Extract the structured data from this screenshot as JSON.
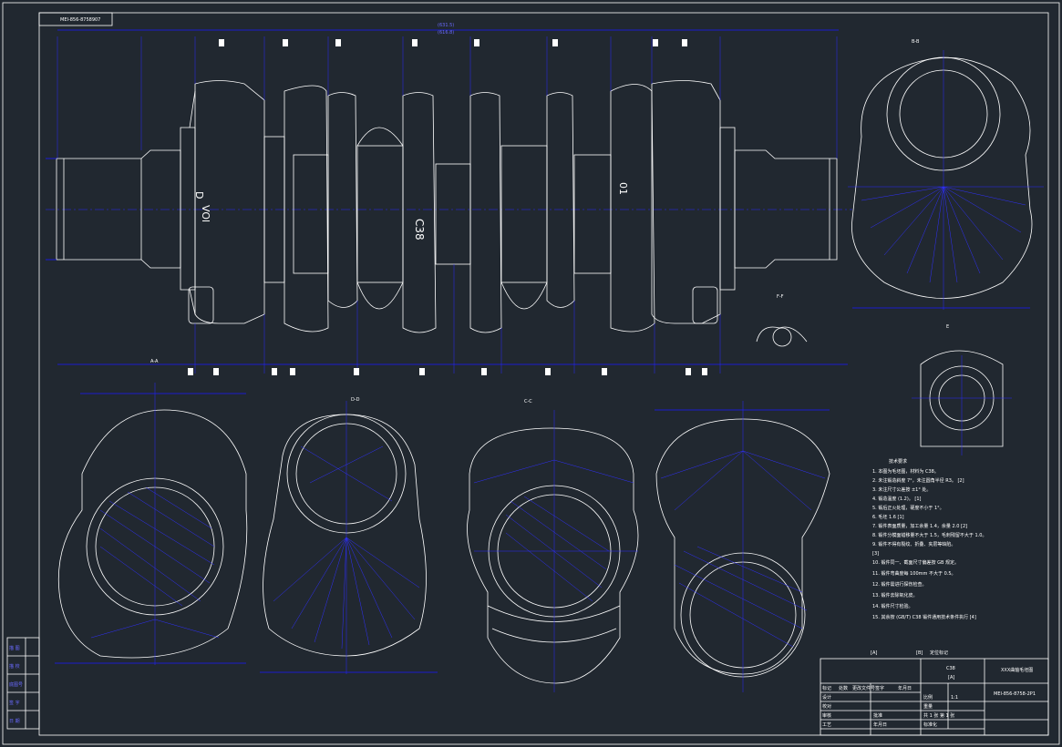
{
  "top_left_tag": "MEI-856-8758907",
  "main_view": {
    "mark_a": "D",
    "mark_b": "VOl",
    "mark_c": "C38",
    "mark_d": "01",
    "overall_dim_1": "(631.5)",
    "overall_dim_2": "(616.8)"
  },
  "section_labels": {
    "bb": "B-B",
    "aa": "A-A",
    "cc": "C-C",
    "dd": "D-D",
    "ff": "F-F",
    "e": "E"
  },
  "notes": {
    "title": "技术要求",
    "lines": [
      "1. 本图为毛坯图，材料为 C38。",
      "2. 未注锻造斜度 7°，未注圆角半径 R3。 [2]",
      "3. 未注尺寸公差按 ±1° 处。",
      "4. 锻造温度 (1.2)。 [1]",
      "5. 锻后正火处理，硬度不小于 1°。",
      "6. 毛坯 1.6 [1]",
      "7. 锻件表面质量，加工余量 1.4，余量 2.0 [2]",
      "8. 锻件分模面错移量不大于 1.5，毛刺残留不大于 1.0。",
      "9. 锻件不得有裂纹、折叠、夹层等缺陷。",
      "[3]",
      "10. 锻件同一、截面尺寸偏差按 GB 规定。",
      "11. 锻件弯曲度每 100mm 不大于 0.5。",
      "12. 锻件需进行探伤检查。",
      "13. 锻件去除氧化皮。",
      "14. 锻件尺寸检验。",
      "15. 其余按 (GB/T) C38 锻件通用技术条件执行 [4]"
    ]
  },
  "title_block": {
    "material": "C38",
    "material_sub": "[A]",
    "drawing_title": "XXX曲轴毛坯图",
    "drawing_number": "MEI-856-8758-2P1",
    "scale_label": "比例",
    "scale": "1:1",
    "weight_label": "重量",
    "sheet": "共 1 张 第 1 张",
    "designer": "设计",
    "checker": "校对",
    "reviewer": "审核",
    "approver": "批准",
    "process": "工艺",
    "standard": "标准化",
    "date": "年月日",
    "row_labels": [
      "标记",
      "处数",
      "更改文件号",
      "签字",
      "年月日"
    ],
    "top_a": "[A]",
    "top_b": "[B]",
    "top_c": "定位标记"
  },
  "left_strip": [
    "描 图",
    "描 校",
    "底图号",
    "签 字",
    "日 期"
  ],
  "colors": {
    "background": "#212830",
    "outline": "#ffffff",
    "dimension": "#1a1aff"
  }
}
